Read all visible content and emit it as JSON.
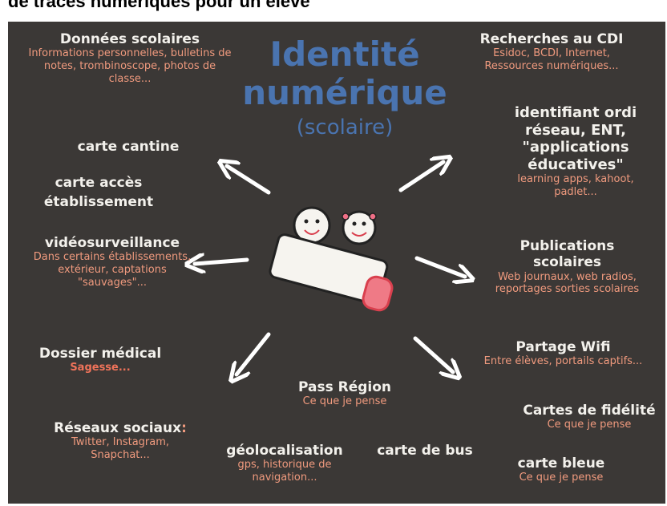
{
  "page_title": "de traces numériques pour un élève",
  "center": {
    "line1": "Identité",
    "line2": "numérique",
    "line3": "(scolaire)"
  },
  "colors": {
    "background": "#3b3836",
    "heading": "#f3f1ec",
    "detail": "#f09a7e",
    "title": "#4a74b0"
  },
  "items": {
    "donnees": {
      "title": "Données scolaires",
      "detail": "Informations personnelles, bulletins de notes, trombinoscope, photos de classe..."
    },
    "cantine": {
      "title": "carte cantine"
    },
    "acces": {
      "title": "carte accès établissement"
    },
    "video": {
      "title": "vidéosurveillance",
      "detail": "Dans certains établissements, extérieur, captations \"sauvages\"..."
    },
    "medical": {
      "title": "Dossier médical",
      "detail": "Sagesse..."
    },
    "reseaux": {
      "title": "Réseaux sociaux",
      "colon": ":",
      "detail": "Twitter, Instagram, Snapchat..."
    },
    "geoloc": {
      "title": "géolocalisation",
      "detail": "gps, historique de navigation..."
    },
    "pass": {
      "title": "Pass Région",
      "detail": "Ce que je pense"
    },
    "bus": {
      "title": "carte de bus"
    },
    "cdi": {
      "title": "Recherches au CDI",
      "detail": "Esidoc, BCDI, Internet, Ressources numériques..."
    },
    "identifiant": {
      "title": "identifiant ordi réseau, ENT, \"applications éducatives\"",
      "detail": "learning apps, kahoot, padlet..."
    },
    "publications": {
      "title": "Publications scolaires",
      "detail": "Web journaux, web radios, reportages sorties scolaires"
    },
    "wifi": {
      "title": "Partage Wifi",
      "detail": "Entre élèves, portails captifs..."
    },
    "fidelite": {
      "title": "Cartes de fidélité",
      "detail": "Ce que je pense"
    },
    "bleue": {
      "title": "carte bleue",
      "detail": "Ce que je pense"
    }
  }
}
